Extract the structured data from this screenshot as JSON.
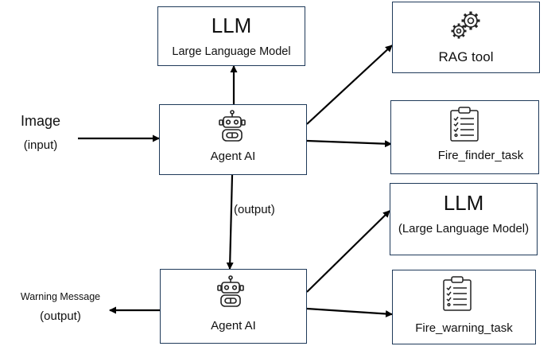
{
  "diagram": {
    "llm_top": {
      "title": "LLM",
      "subtitle": "Large Language Model"
    },
    "rag": {
      "label": "RAG tool",
      "icon": "gear-icon"
    },
    "fire_finder": {
      "label": "Fire_finder_task",
      "icon": "clipboard-checklist-icon"
    },
    "llm_bottom": {
      "title": "LLM",
      "subtitle": "(Large Language Model)"
    },
    "fire_warning": {
      "label": "Fire_warning_task",
      "icon": "clipboard-checklist-icon"
    },
    "agent_top": {
      "label": "Agent AI",
      "icon": "robot-icon"
    },
    "agent_bottom": {
      "label": "Agent AI",
      "icon": "robot-icon"
    },
    "input": {
      "title": "Image",
      "note": "(input)"
    },
    "middle_output": {
      "label": "(output)"
    },
    "output": {
      "title": "Warning Message",
      "note": "(output)"
    },
    "colors": {
      "box_border": "#1f3a5a",
      "arrow": "#000000",
      "icon_stroke": "#222222"
    }
  }
}
